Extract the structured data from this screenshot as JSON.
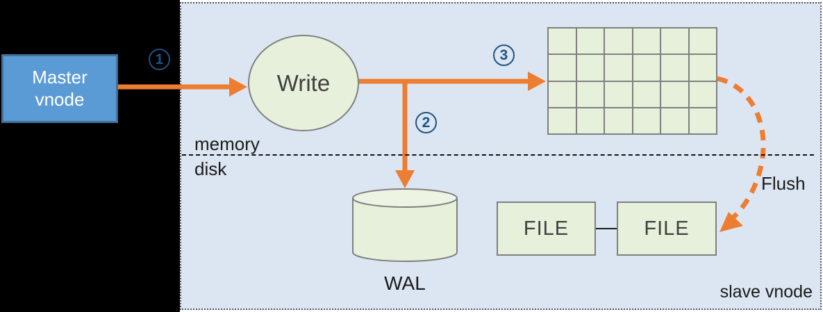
{
  "diagram": {
    "master_node": {
      "lines": [
        "Master",
        "vnode"
      ]
    },
    "write_node": {
      "label": "Write"
    },
    "wal_node": {
      "label": "WAL"
    },
    "file_nodes": [
      {
        "label": "FILE"
      },
      {
        "label": "FILE"
      }
    ],
    "memtable_grid": {
      "rows": 4,
      "columns": 6
    },
    "region_labels": {
      "memory": "memory",
      "disk": "disk",
      "slave": "slave vnode"
    },
    "flow_labels": {
      "flush": "Flush"
    },
    "steps": [
      "1",
      "2",
      "3"
    ]
  },
  "colors": {
    "canvas_left_bg": "#000000",
    "panel_bg": "#dce6f2",
    "panel_border": "#595959",
    "master_fill": "#5b9bd5",
    "master_border": "#41719c",
    "master_text": "#ffffff",
    "shape_fill": "#e7f0da",
    "shape_fill_light": "#eef4e4",
    "shape_border": "#7f7f7f",
    "shape_text": "#3f3f3f",
    "arrow": "#ed7d31",
    "step_color": "#1f5380",
    "label_text": "#1a1a1a"
  }
}
